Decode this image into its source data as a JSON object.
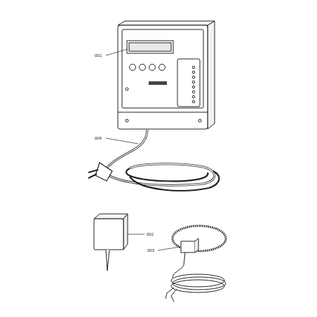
{
  "diagram": {
    "labels": [
      "001",
      "006",
      "002",
      "003"
    ]
  }
}
